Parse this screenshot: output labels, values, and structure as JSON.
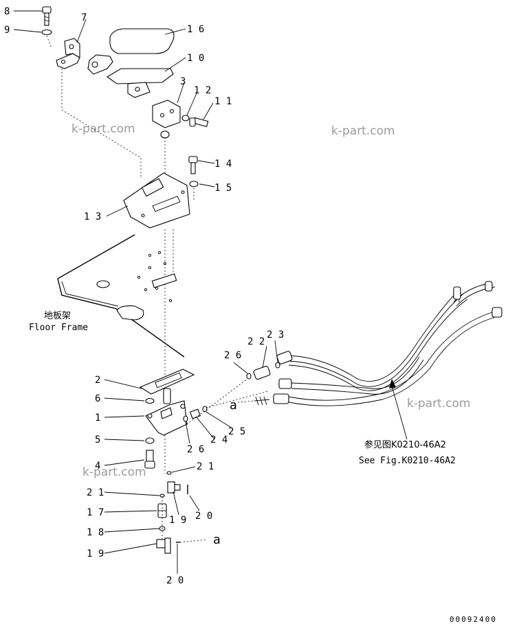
{
  "parts": [
    {
      "id": "p1",
      "no": "1"
    },
    {
      "id": "p2",
      "no": "2"
    },
    {
      "id": "p3",
      "no": "3"
    },
    {
      "id": "p4",
      "no": "4"
    },
    {
      "id": "p5",
      "no": "5"
    },
    {
      "id": "p6",
      "no": "6"
    },
    {
      "id": "p7",
      "no": "7"
    },
    {
      "id": "p8",
      "no": "8"
    },
    {
      "id": "p9",
      "no": "9"
    },
    {
      "id": "p10",
      "no": "1 0"
    },
    {
      "id": "p11",
      "no": "1 1"
    },
    {
      "id": "p12",
      "no": "1 2"
    },
    {
      "id": "p13",
      "no": "1 3"
    },
    {
      "id": "p14",
      "no": "1 4"
    },
    {
      "id": "p15",
      "no": "1 5"
    },
    {
      "id": "p16",
      "no": "1 6"
    },
    {
      "id": "p17",
      "no": "1 7"
    },
    {
      "id": "p18",
      "no": "1 8"
    },
    {
      "id": "p19a",
      "no": "1 9"
    },
    {
      "id": "p19b",
      "no": "1 9"
    },
    {
      "id": "p20a",
      "no": "2 0"
    },
    {
      "id": "p20b",
      "no": "2 0"
    },
    {
      "id": "p21a",
      "no": "2 1"
    },
    {
      "id": "p21b",
      "no": "2 1"
    },
    {
      "id": "p22",
      "no": "2 2"
    },
    {
      "id": "p23",
      "no": "2 3"
    },
    {
      "id": "p24",
      "no": "2 4"
    },
    {
      "id": "p25",
      "no": "2 5"
    },
    {
      "id": "p26a",
      "no": "2 6"
    },
    {
      "id": "p26b",
      "no": "2 6"
    }
  ],
  "floor_frame": {
    "cn": "地板架",
    "en": "Floor Frame"
  },
  "reference": {
    "cn": "参见图K0210-46A2",
    "en": "See Fig.K0210-46A2"
  },
  "connection_marks": {
    "a1": "a",
    "a2": "a"
  },
  "watermark": {
    "text": "k-part.com"
  },
  "doc_number": "00092400"
}
